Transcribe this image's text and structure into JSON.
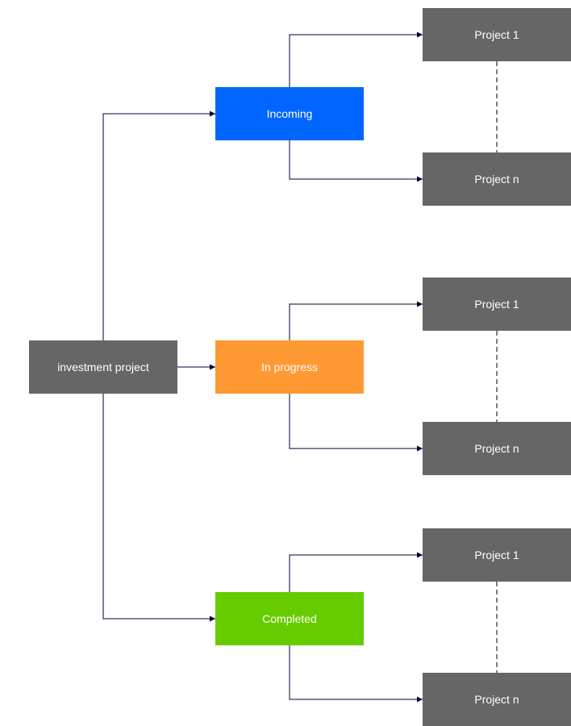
{
  "diagram": {
    "root": {
      "label": "investment project",
      "color": "#666666"
    },
    "stages": [
      {
        "label": "Incoming",
        "color": "#0066FF",
        "projects": [
          {
            "label": "Project 1",
            "color": "#666666"
          },
          {
            "label": "Project n",
            "color": "#666666"
          }
        ]
      },
      {
        "label": "In progress",
        "color": "#FF9933",
        "projects": [
          {
            "label": "Project 1",
            "color": "#666666"
          },
          {
            "label": "Project n",
            "color": "#666666"
          }
        ]
      },
      {
        "label": "Completed",
        "color": "#66CC00",
        "projects": [
          {
            "label": "Project 1",
            "color": "#666666"
          },
          {
            "label": "Project n",
            "color": "#666666"
          }
        ]
      }
    ],
    "connector_color": "#000033",
    "text_color": "#FFFFFF"
  }
}
